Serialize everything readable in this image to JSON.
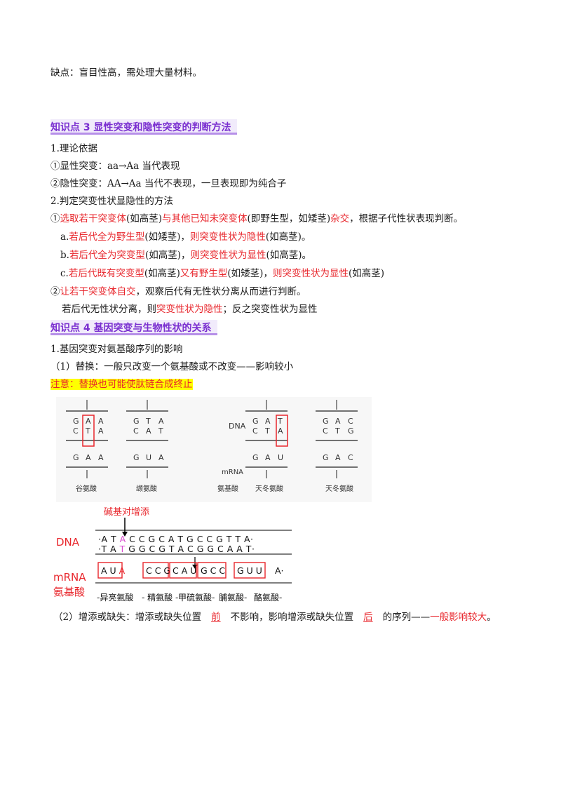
{
  "lines": {
    "l1": "缺点：盲目性高，需处理大量材料。",
    "h3": "知识点 3    显性突变和隐性突变的判断方法",
    "l2": "1.理论依据",
    "l3": "①显性突变：aa→Aa   当代表现",
    "l4": "②隐性突变：AA→Aa  当代不表现，一旦表现即为纯合子",
    "l5": "2.判定突变性状显隐性的方法",
    "l6a": "①",
    "l6b": "选取若干突变体",
    "l6c": "(如高茎)",
    "l6d": "与其他已知未突变体",
    "l6e": "(即野生型，如矮茎)",
    "l6f": "杂交",
    "l6g": "，根据子代性状表现判断。",
    "l7a": "a.",
    "l7b": "若后代全为野生型",
    "l7c": "(如矮茎)，",
    "l7d": "则突变性状为隐性",
    "l7e": "(如高茎)。",
    "l8a": "b.",
    "l8b": "若后代全为突变型",
    "l8c": "(如高茎)，",
    "l8d": "则突变性状为显性",
    "l8e": "(如高茎)。",
    "l9a": "c.",
    "l9b": "若后代既有突变型",
    "l9c": "(如高茎)",
    "l9d": "又有野生型",
    "l9e": "(如矮茎)，",
    "l9f": "则突变性状为显性",
    "l9g": "(如高茎)",
    "l10a": "②",
    "l10b": "让若干突变体自交",
    "l10c": "，观察后代有无性状分离从而进行判断。",
    "l11a": "若后代无性状分离，则",
    "l11b": "突变性状为隐性",
    "l11c": "；反之突变性状为显性",
    "h4": "知识点 4    基因突变与生物性状的关系",
    "l12": "1.基因突变对氨基酸序列的影响",
    "l13": "（1）替换：一般只改变一个氨基酸或不改变——影响较小",
    "note": "注意：替换也可能使肽链合成终止",
    "l14a": "（2）增添或缺失：增添或缺失位置",
    "l14b": "前",
    "l14c": "不影响，影响增添或缺失位置",
    "l14d": "后",
    "l14e": "的序列——",
    "l14f": "一般影响较大",
    "l14g": "。"
  },
  "fig1": {
    "labels": {
      "dna": "DNA",
      "mrna": "mRNA"
    },
    "panels": [
      {
        "top": [
          "G",
          "A",
          "A"
        ],
        "bottom": [
          "C",
          "T",
          "A"
        ],
        "rna": [
          "G",
          "A",
          "A"
        ],
        "aa": "谷氨酸"
      },
      {
        "top": [
          "G",
          "T",
          "A"
        ],
        "bottom": [
          "C",
          "A",
          "T"
        ],
        "rna": [
          "G",
          "U",
          "A"
        ],
        "aa": "缬氨酸"
      },
      {
        "top": [
          "G",
          "A",
          "T"
        ],
        "bottom": [
          "C",
          "T",
          "A"
        ],
        "rna": [
          "G",
          "A",
          "U"
        ],
        "aa": "天冬氨酸",
        "aa0": "氨基酸"
      },
      {
        "top": [
          "G",
          "A",
          "C"
        ],
        "bottom": [
          "C",
          "T",
          "G"
        ],
        "rna": [
          "G",
          "A",
          "C"
        ],
        "aa": "天冬氨酸"
      }
    ]
  },
  "fig2": {
    "title": "碱基对增添",
    "dna_label": "DNA",
    "mrna_label": "mRNA",
    "aa_label": "氨基酸",
    "dna_top": "·A T A C C G C A T G C C G T T A·",
    "dna_bottom": "·T A T G G C G T A C G G C A A T·",
    "inserted": "A",
    "inserted_bottom": "T",
    "codons": [
      "A U A",
      "C C G",
      "C A U",
      "G C C",
      "G U U",
      "A·"
    ],
    "amino_acids": [
      "-异亮氨酸",
      "- 精氨酸 -",
      "甲硫氨酸-",
      "脯氨酸-",
      "酪氨酸-"
    ]
  },
  "colors": {
    "accent": "#e8262c",
    "heading": "#7a2fd0",
    "highlight": "#ffff00",
    "insert": "#d94bd0"
  }
}
